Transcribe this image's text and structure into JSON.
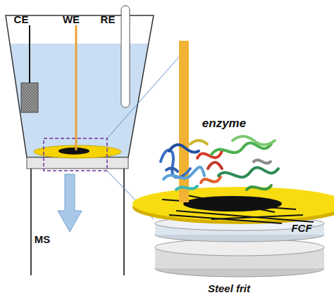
{
  "diagram": {
    "labels": [
      "CE",
      "WE",
      "RE",
      "enzyme",
      "FCF",
      "MS",
      "Steel frit"
    ]
  }
}
